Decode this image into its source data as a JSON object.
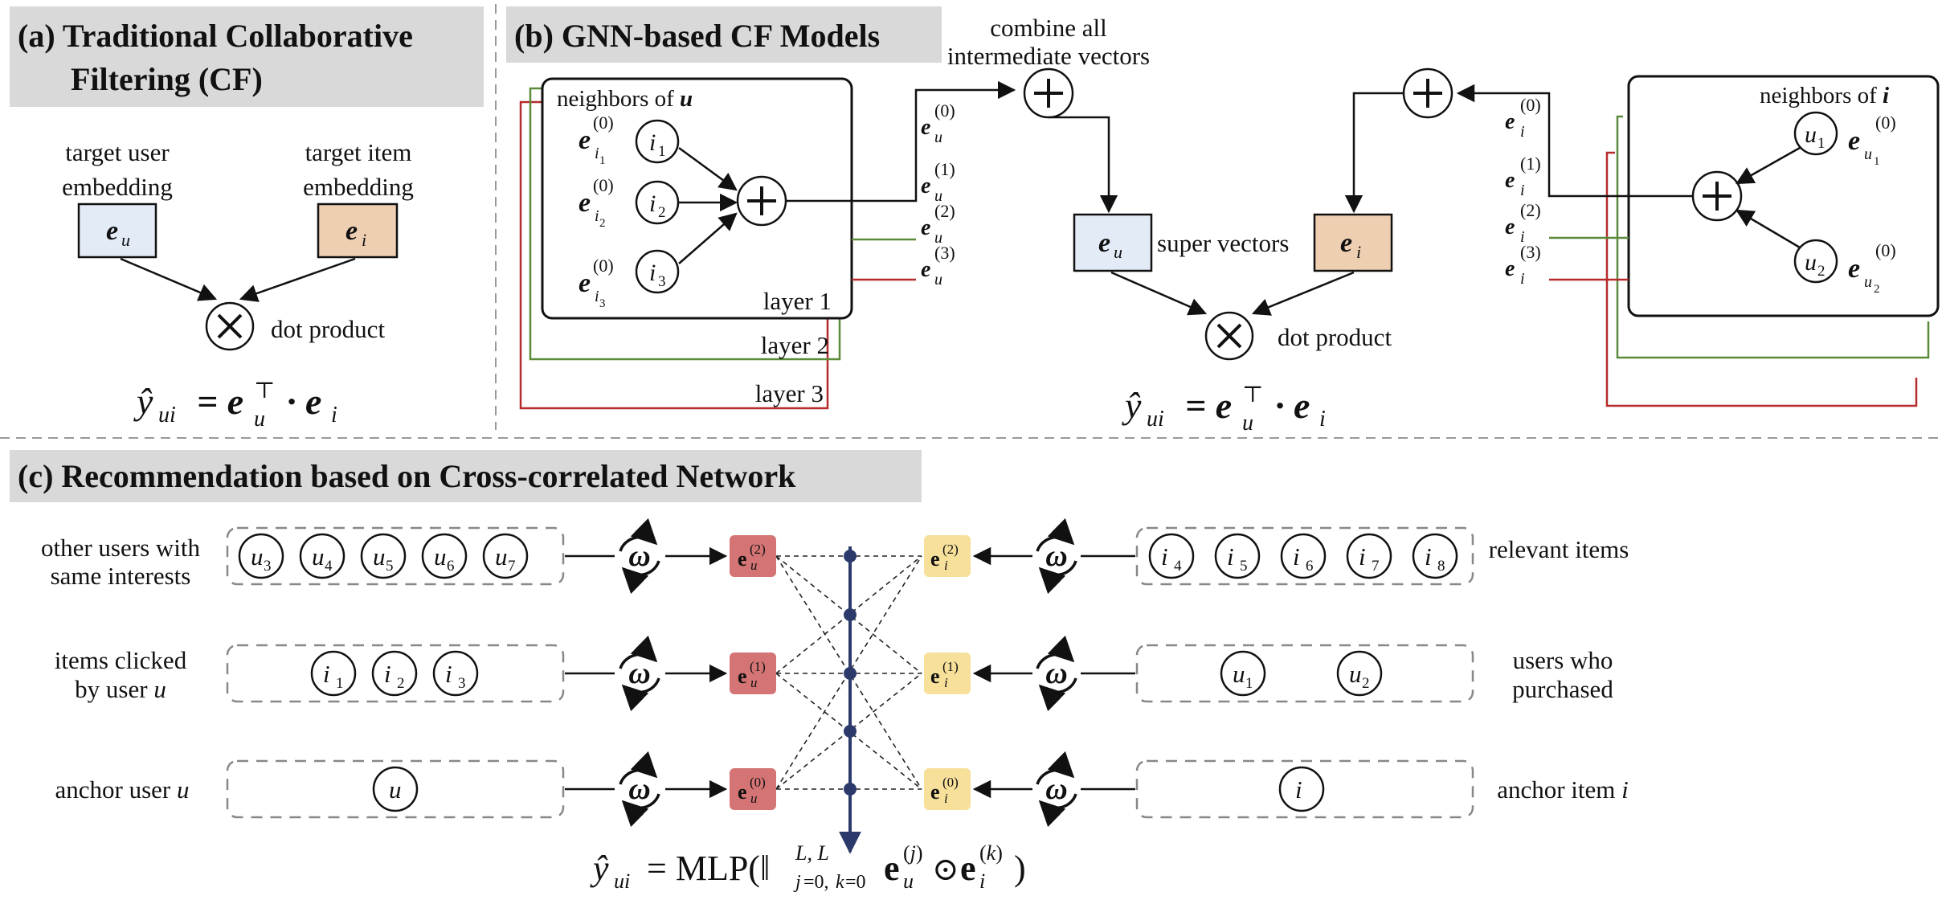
{
  "panel_a": {
    "title_line1": "(a) Traditional Collaborative",
    "title_line2": "Filtering (CF)",
    "user_label_1": "target user",
    "user_label_2": "embedding",
    "item_label_1": "target item",
    "item_label_2": "embedding",
    "user_vec": "e",
    "user_sub": "u",
    "item_vec": "e",
    "item_sub": "i",
    "dot_product": "dot product",
    "formula_lhs": "ŷ",
    "formula_lhs_sub": "ui",
    "formula_rhs": "= e",
    "formula_rhs_sub": "u",
    "formula_top": "⊤",
    "formula_tail": "· e",
    "formula_tail_sub": "i"
  },
  "panel_b": {
    "title": "(b) GNN-based CF Models",
    "combine_1": "combine all",
    "combine_2": "intermediate vectors",
    "neighbors_u": "neighbors of ",
    "neighbors_u_var": "u",
    "neighbors_i": "neighbors of ",
    "neighbors_i_var": "i",
    "layer1": "layer 1",
    "layer2": "layer 2",
    "layer3": "layer 3",
    "super_vectors": "super vectors",
    "dot_product": "dot product",
    "nodes_left": [
      "i",
      "i",
      "i"
    ],
    "nodes_left_sub": [
      "1",
      "2",
      "3"
    ],
    "nodes_right": [
      "u",
      "u"
    ],
    "nodes_right_sub": [
      "1",
      "2"
    ],
    "sup_0": "(0)",
    "sup_1": "(1)",
    "sup_2": "(2)",
    "sup_3": "(3)"
  },
  "panel_c": {
    "title": "(c) Recommendation based on Cross-correlated Network",
    "row1_left_1": "other users with",
    "row1_left_2": "same interests",
    "row2_left_1": "items clicked",
    "row2_left_2": "by user ",
    "row2_left_var": "u",
    "row3_left": "anchor user ",
    "row3_left_var": "u",
    "row1_right": "relevant items",
    "row2_right_1": "users who",
    "row2_right_2": "purchased",
    "row3_right": "anchor item ",
    "row3_right_var": "i",
    "row1_left_nodes": [
      "u3",
      "u4",
      "u5",
      "u6",
      "u7"
    ],
    "row2_left_nodes": [
      "i1",
      "i2",
      "i3"
    ],
    "row3_left_nodes": [
      "u"
    ],
    "row1_right_nodes": [
      "i4",
      "i5",
      "i6",
      "i7",
      "i8"
    ],
    "row2_right_nodes": [
      "u1",
      "u2"
    ],
    "row3_right_nodes": [
      "i"
    ],
    "omega": "ω",
    "eu_labels": [
      "(2)",
      "(1)",
      "(0)"
    ],
    "ei_labels": [
      "(2)",
      "(1)",
      "(0)"
    ],
    "formula": "ŷui = MLP(‖ L,L j=0,k=0  e u (j) ⊙ e i (k) )"
  },
  "colors": {
    "user_box": "#e3ebf7",
    "item_box": "#efcfb2",
    "header_bg": "#d9d9d9",
    "eu_red": "#d57474",
    "ei_yellow": "#f6e09a",
    "axis_blue": "#2b3a6b"
  }
}
